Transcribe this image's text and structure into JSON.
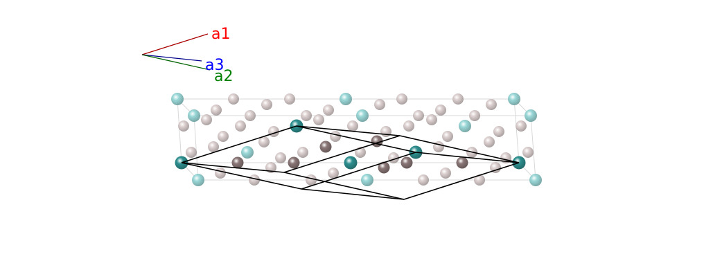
{
  "axes": {
    "a1": {
      "label": "a1",
      "color": "#ff0000",
      "line_color": "#aa0000"
    },
    "a2": {
      "label": "a2",
      "color": "#008000",
      "line_color": "#006400"
    },
    "a3": {
      "label": "a3",
      "color": "#0000ff",
      "line_color": "#00008b"
    }
  },
  "atom_colors": {
    "teal_ghost": "#8fd3d3",
    "teal": "#2e8f8f",
    "brown": "#8a7676",
    "pink_ghost": "#d8caca"
  },
  "cell_line_color": "#000000",
  "box_line_color": "#d8d8d8"
}
